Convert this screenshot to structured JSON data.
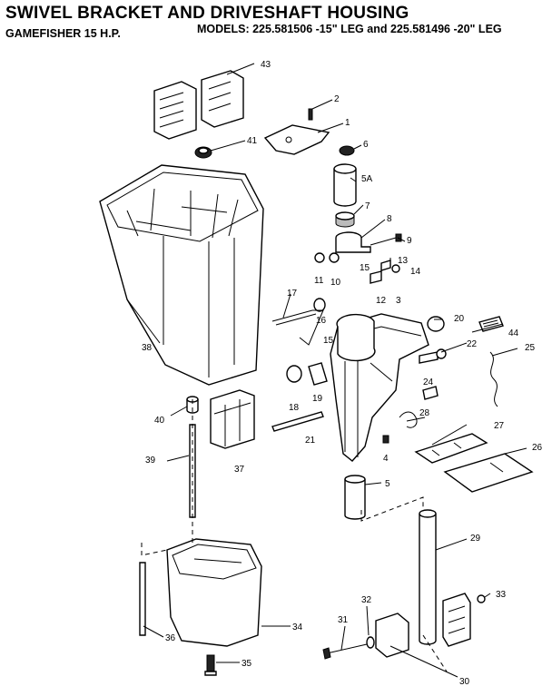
{
  "header": {
    "title": "SWIVEL BRACKET AND DRIVESHAFT HOUSING",
    "subtitle": "GAMEFISHER 15 H.P.",
    "models": "MODELS:  225.581506 -15\" LEG  and  225.581496  -20\" LEG"
  },
  "callouts": [
    {
      "id": "c43",
      "text": "43"
    },
    {
      "id": "c2",
      "text": "2"
    },
    {
      "id": "c1",
      "text": "1"
    },
    {
      "id": "c41",
      "text": "41"
    },
    {
      "id": "c6",
      "text": "6"
    },
    {
      "id": "c5a",
      "text": "5A"
    },
    {
      "id": "c7",
      "text": "7"
    },
    {
      "id": "c8",
      "text": "8"
    },
    {
      "id": "c9",
      "text": "9"
    },
    {
      "id": "c13",
      "text": "13"
    },
    {
      "id": "c14",
      "text": "14"
    },
    {
      "id": "c11",
      "text": "11"
    },
    {
      "id": "c10",
      "text": "10"
    },
    {
      "id": "c15a",
      "text": "15"
    },
    {
      "id": "c12",
      "text": "12"
    },
    {
      "id": "c3",
      "text": "3"
    },
    {
      "id": "c17",
      "text": "17"
    },
    {
      "id": "c16",
      "text": "16"
    },
    {
      "id": "c20",
      "text": "20"
    },
    {
      "id": "c44",
      "text": "44"
    },
    {
      "id": "c38",
      "text": "38"
    },
    {
      "id": "c15b",
      "text": "15"
    },
    {
      "id": "c22",
      "text": "22"
    },
    {
      "id": "c25",
      "text": "25"
    },
    {
      "id": "c18",
      "text": "18"
    },
    {
      "id": "c19",
      "text": "19"
    },
    {
      "id": "c24",
      "text": "24"
    },
    {
      "id": "c40",
      "text": "40"
    },
    {
      "id": "c28",
      "text": "28"
    },
    {
      "id": "c21",
      "text": "21"
    },
    {
      "id": "c27",
      "text": "27"
    },
    {
      "id": "c4",
      "text": "4"
    },
    {
      "id": "c26",
      "text": "26"
    },
    {
      "id": "c39",
      "text": "39"
    },
    {
      "id": "c37",
      "text": "37"
    },
    {
      "id": "c5",
      "text": "5"
    },
    {
      "id": "c29",
      "text": "29"
    },
    {
      "id": "c32",
      "text": "32"
    },
    {
      "id": "c33",
      "text": "33"
    },
    {
      "id": "c31",
      "text": "31"
    },
    {
      "id": "c34",
      "text": "34"
    },
    {
      "id": "c36",
      "text": "36"
    },
    {
      "id": "c35",
      "text": "35"
    },
    {
      "id": "c30",
      "text": "30"
    }
  ]
}
